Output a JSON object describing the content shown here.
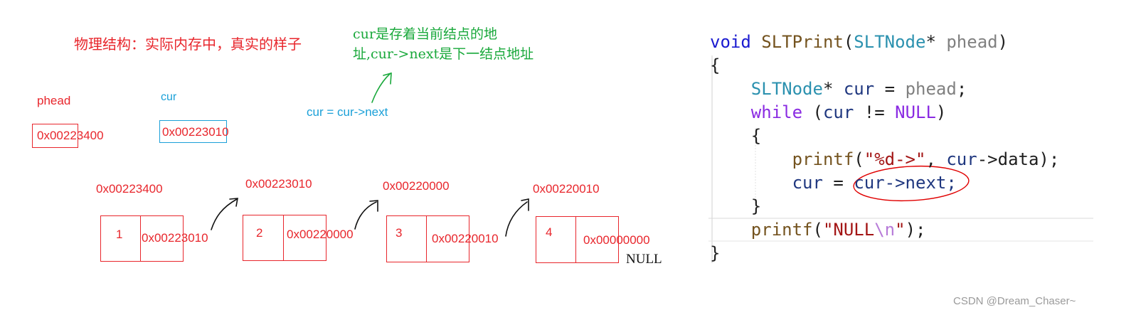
{
  "title": "物理结构：实际内存中，真实的样子",
  "note": {
    "line1": "cur是存着当前结点的地",
    "line2": "址,cur->next是下一结点地址"
  },
  "pointers": {
    "phead_label": "phead",
    "phead_value": "0x00223400",
    "cur_label": "cur",
    "cur_value": "0x00223010",
    "assign": "cur = cur->next"
  },
  "nodes": [
    {
      "address": "0x00223400",
      "data": "1",
      "next": "0x00223010"
    },
    {
      "address": "0x00223010",
      "data": "2",
      "next": "0x00220000"
    },
    {
      "address": "0x00220000",
      "data": "3",
      "next": "0x00220010"
    },
    {
      "address": "0x00220010",
      "data": "4",
      "next": "0x00000000"
    }
  ],
  "null_label": "NULL",
  "code": {
    "l1_void": "void",
    "l1_fn": "SLTPrint",
    "l1_type": "SLTNode",
    "l1_star": "*",
    "l1_param": "phead",
    "open_brace": "{",
    "l3_type": "SLTNode",
    "l3_star": "*",
    "l3_var": "cur",
    "l3_eq": "=",
    "l3_param": "phead",
    "l4_kw": "while",
    "l4_var": "cur",
    "l4_op": "!=",
    "l4_null": "NULL",
    "l5_brace": "{",
    "l6_fn": "printf",
    "l6_str": "\"%d->\"",
    "l6_var": "cur",
    "l6_member": "->data);",
    "l7_var": "cur",
    "l7_eq": "=",
    "l7_rhs": "cur->next;",
    "l8_brace": "}",
    "l9_fn": "printf",
    "l9_str1": "\"NULL",
    "l9_esc": "\\n",
    "l9_str2": "\"",
    "close_brace": "}"
  },
  "watermark": "CSDN @Dream_Chaser~"
}
